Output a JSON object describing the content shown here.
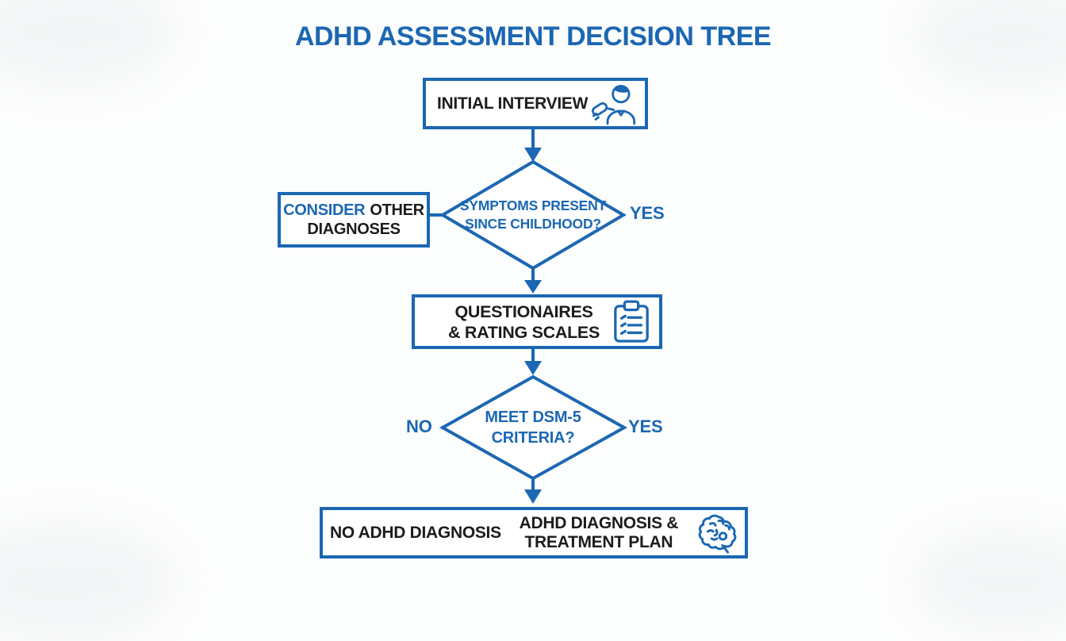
{
  "title": "ADHD ASSESSMENT DECISION TREE",
  "colors": {
    "accent_blue": "#1b67b3",
    "ink": "#1c1c1e",
    "background": "#fcfdfd"
  },
  "flow": {
    "initial_interview": {
      "label": "INITIAL INTERVIEW",
      "icon": "interviewer-microphone-icon"
    },
    "childhood_decision": {
      "line1": "SYMPTOMS PRESENT",
      "line2": "SINCE CHILDHOOD?",
      "yes_label": "YES"
    },
    "consider_other": {
      "word_highlight": "CONSIDER",
      "word_rest": "OTHER",
      "line2": "DIAGNOSES"
    },
    "questionnaires": {
      "line1": "QUESTIONAIRES",
      "line2": "& RATING SCALES",
      "icon": "clipboard-checklist-icon"
    },
    "dsm5_decision": {
      "line1": "MEET DSM-5",
      "line2": "CRITERIA?",
      "no_label": "NO",
      "yes_label": "YES"
    },
    "outcome": {
      "negative_label": "NO ADHD DIAGNOSIS",
      "positive_line1": "ADHD DIAGNOSIS &",
      "positive_line2": "TREATMENT PLAN",
      "icon": "brain-icon"
    }
  }
}
